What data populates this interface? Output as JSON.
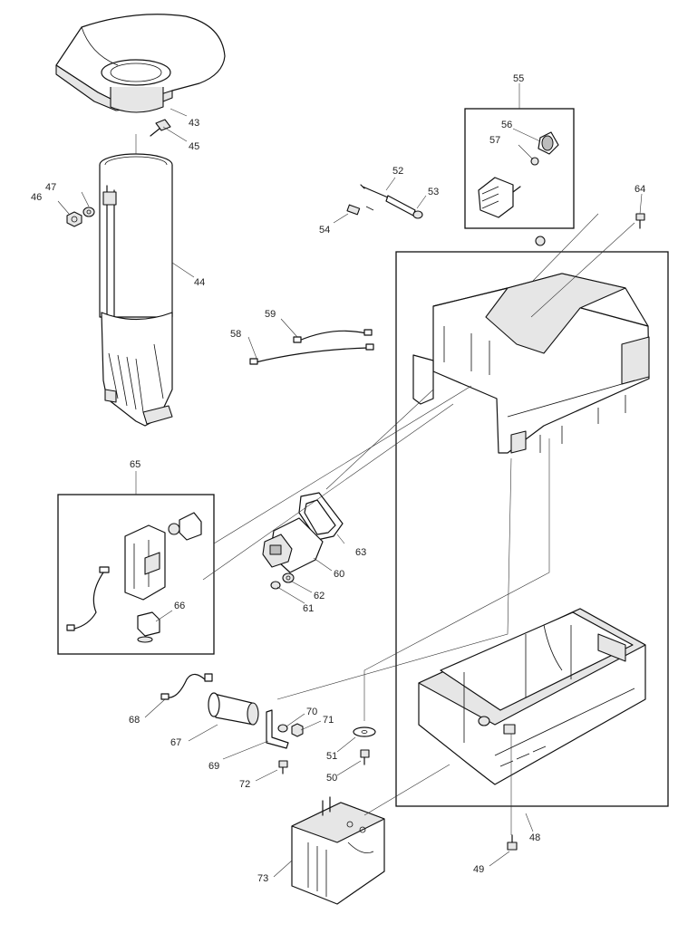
{
  "diagram": {
    "labels": {
      "p43": "43",
      "p44": "44",
      "p45": "45",
      "p46": "46",
      "p47": "47",
      "p48": "48",
      "p49": "49",
      "p50": "50",
      "p51": "51",
      "p52": "52",
      "p53": "53",
      "p54": "54",
      "p55": "55",
      "p56": "56",
      "p57": "57",
      "p58": "58",
      "p59": "59",
      "p60": "60",
      "p61": "61",
      "p62": "62",
      "p63": "63",
      "p64": "64",
      "p65": "65",
      "p66": "66",
      "p67": "67",
      "p68": "68",
      "p69": "69",
      "p70": "70",
      "p71": "71",
      "p72": "72",
      "p73": "73"
    }
  }
}
